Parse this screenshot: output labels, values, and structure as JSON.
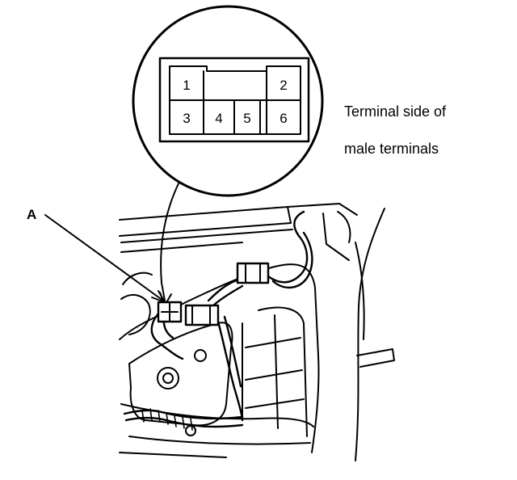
{
  "caption": {
    "line1": "Terminal side of",
    "line2": "male terminals"
  },
  "callout_label": "A",
  "connector": {
    "terminals": [
      "1",
      "2",
      "3",
      "4",
      "5",
      "6"
    ]
  },
  "colors": {
    "ink": "#000000",
    "paper": "#ffffff"
  }
}
